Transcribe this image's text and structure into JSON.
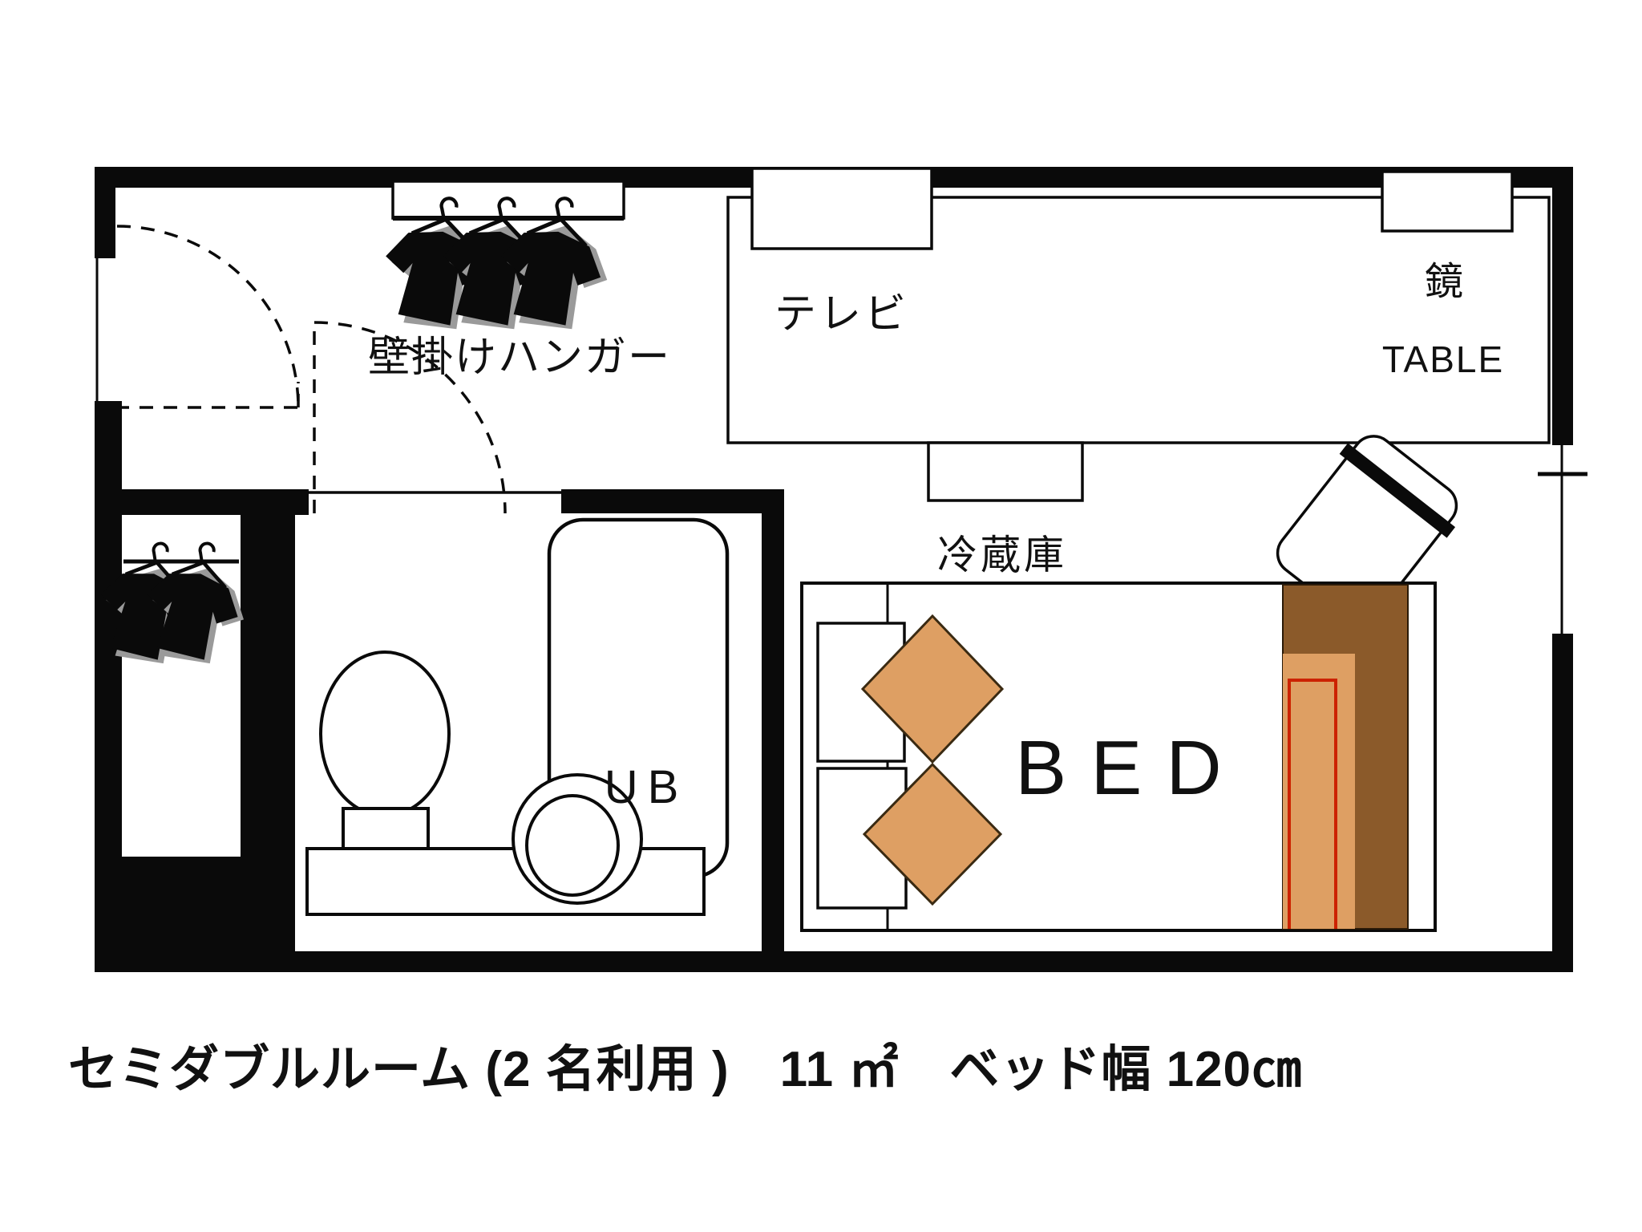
{
  "plan": {
    "type": "hotel-room-floor-plan",
    "labels": {
      "wall_hanger": "壁掛けハンガー",
      "tv": "テレビ",
      "fridge": "冷蔵庫",
      "mirror": "鏡",
      "table": "TABLE",
      "unit_bath": "UB",
      "bed": "BED"
    },
    "caption": {
      "text": "セミダブルルーム (2 名利用 )　11 ㎡　ベッド幅 120㎝"
    },
    "colors": {
      "wall": "#0A0A0A",
      "cushion_orange": "#DE9F63",
      "headboard_brown": "#8B5A2A",
      "mattress_red_line": "#CC2200",
      "shadow_gray": "#9A9A9A"
    }
  }
}
